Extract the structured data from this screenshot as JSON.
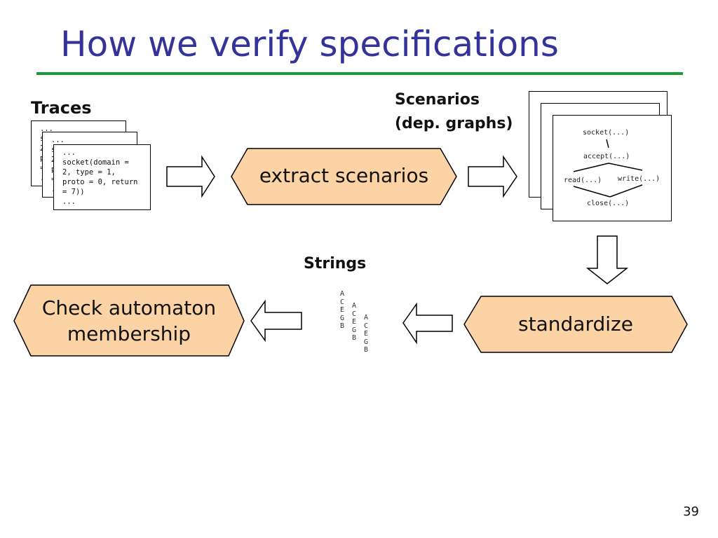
{
  "slide": {
    "title": "How we verify specifications",
    "page_number": "39"
  },
  "labels": {
    "traces": "Traces",
    "scenarios_line1": "Scenarios",
    "scenarios_line2": "(dep. graphs)",
    "strings": "Strings"
  },
  "traces": {
    "back1": [
      "...",
      "s",
      "2",
      "p",
      "=",
      "."
    ],
    "back2": [
      "...",
      "s",
      "2",
      "p",
      "=",
      "."
    ],
    "front": [
      "...",
      "socket(domain =",
      "2, type = 1,",
      "proto = 0, return",
      "= 7))",
      "..."
    ]
  },
  "graph": {
    "socket": "socket(...)",
    "accept": "accept(...)",
    "read": "read(...)",
    "write": "write(...)",
    "close": "close(...)"
  },
  "steps": {
    "extract": "extract scenarios",
    "standardize": "standardize",
    "check_line1": "Check automaton",
    "check_line2": "membership"
  },
  "strings": {
    "col1": [
      "A",
      "C",
      "E",
      "G",
      "B"
    ],
    "col2": [
      "A",
      "C",
      "E",
      "G",
      "B"
    ],
    "col3": [
      "A",
      "C",
      "E",
      "G",
      "B"
    ]
  },
  "colors": {
    "title": "#333399",
    "rule": "#1a9a3a",
    "process_fill": "#fbd3a5"
  }
}
